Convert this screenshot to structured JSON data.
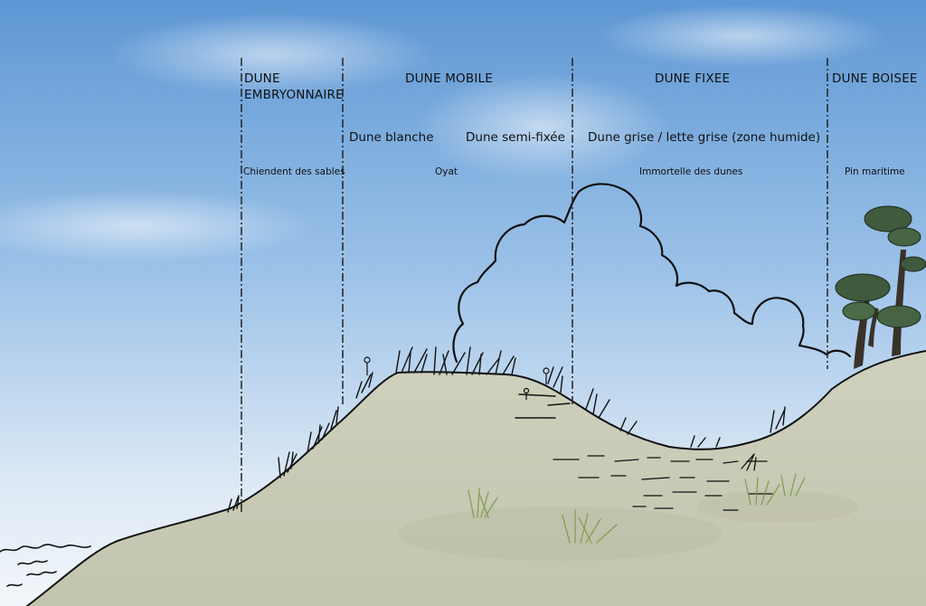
{
  "zones": [
    {
      "title_line1": "DUNE",
      "title_line2": "EMBRYONNAIRE",
      "plant": "Chiendent des sables"
    },
    {
      "title": "DUNE MOBILE",
      "sub_a": "Dune blanche",
      "sub_b": "Dune semi-fixée",
      "plant": "Oyat"
    },
    {
      "title": "DUNE FIXEE",
      "sub": "Dune grise / lette grise (zone humide)",
      "plant": "Immortelle des dunes"
    },
    {
      "title": "DUNE BOISEE",
      "plant": "Pin maritime"
    }
  ],
  "icons": [
    "sea-waves-icon",
    "pine-tree-icon",
    "grass-tuft-icon",
    "flower-icon"
  ],
  "colors": {
    "sky_top": "#5e97d4",
    "sky_bottom": "#eef3f9",
    "sand": "#c9cbb6",
    "sand_shadow": "#b8baa4",
    "ink": "#111111",
    "pine_foliage": "#3f5a3d",
    "pine_trunk": "#3a322a",
    "grass_green": "#7a9a4c"
  }
}
